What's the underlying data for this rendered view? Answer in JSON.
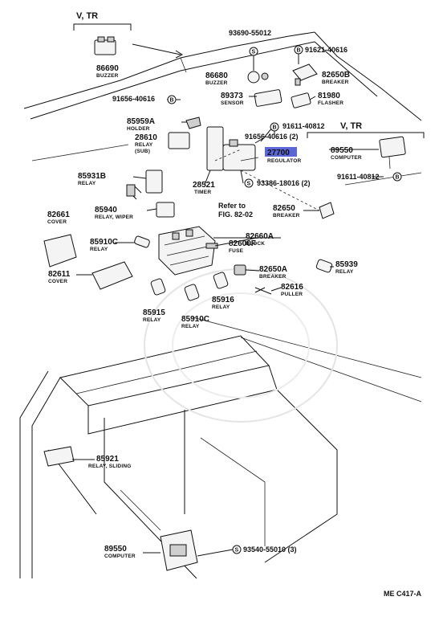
{
  "headers": {
    "top_left": "V, TR",
    "right": "V, TR"
  },
  "refer": {
    "line1": "Refer to",
    "line2": "FIG. 82-02"
  },
  "footer": {
    "code": "ME C417-A"
  },
  "colors": {
    "highlight": "#5b67d6",
    "line": "#111111"
  },
  "symbol_marks": {
    "s": "S",
    "b": "B"
  },
  "parts": {
    "p86690": {
      "number": "86690",
      "desc": "BUZZER"
    },
    "p86680": {
      "number": "86680",
      "desc": "BUZZER"
    },
    "p93690": {
      "number": "93690-55012"
    },
    "p91621": {
      "number": "91621-40616"
    },
    "p82650B": {
      "number": "82650B",
      "desc": "BREAKER"
    },
    "p89373": {
      "number": "89373",
      "desc": "SENSOR"
    },
    "p81980": {
      "number": "81980",
      "desc": "FLASHER"
    },
    "p91656a": {
      "number": "91656-40616"
    },
    "p85959A": {
      "number": "85959A",
      "desc": "HOLDER"
    },
    "p91611a": {
      "number": "91611-40812"
    },
    "p28610": {
      "number": "28610",
      "desc": "RELAY",
      "desc2": "(SUB)"
    },
    "p91656b": {
      "number": "91656-40616 (2)"
    },
    "p27700": {
      "number": "27700",
      "desc": "REGULATOR"
    },
    "p89550a": {
      "number": "89550",
      "desc": "COMPUTER"
    },
    "p91611b": {
      "number": "91611-40812"
    },
    "p85931B": {
      "number": "85931B",
      "desc": "RELAY"
    },
    "p28521": {
      "number": "28521",
      "desc": "TIMER"
    },
    "p93386": {
      "number": "93386-18016 (2)"
    },
    "p82661": {
      "number": "82661",
      "desc": "COVER"
    },
    "p85940": {
      "number": "85940",
      "desc": "RELAY, WIPER"
    },
    "p82650": {
      "number": "82650",
      "desc": "BREAKER"
    },
    "p82660A": {
      "number": "82660A",
      "desc": "BLOCK"
    },
    "p85910Ca": {
      "number": "85910C",
      "desc": "RELAY"
    },
    "p82600F": {
      "number": "82600F",
      "desc": "FUSE"
    },
    "p82611": {
      "number": "82611",
      "desc": "COVER"
    },
    "p82650A": {
      "number": "82650A",
      "desc": "BREAKER"
    },
    "p85939": {
      "number": "85939",
      "desc": "RELAY"
    },
    "p82616": {
      "number": "82616",
      "desc": "PULLER"
    },
    "p85916": {
      "number": "85916",
      "desc": "RELAY"
    },
    "p85915": {
      "number": "85915",
      "desc": "RELAY"
    },
    "p85910Cb": {
      "number": "85910C",
      "desc": "RELAY"
    },
    "p85921": {
      "number": "85921",
      "desc": "RELAY, SLIDING"
    },
    "p89550b": {
      "number": "89550",
      "desc": "COMPUTER"
    },
    "p93540": {
      "number": "93540-55010 (3)"
    }
  }
}
